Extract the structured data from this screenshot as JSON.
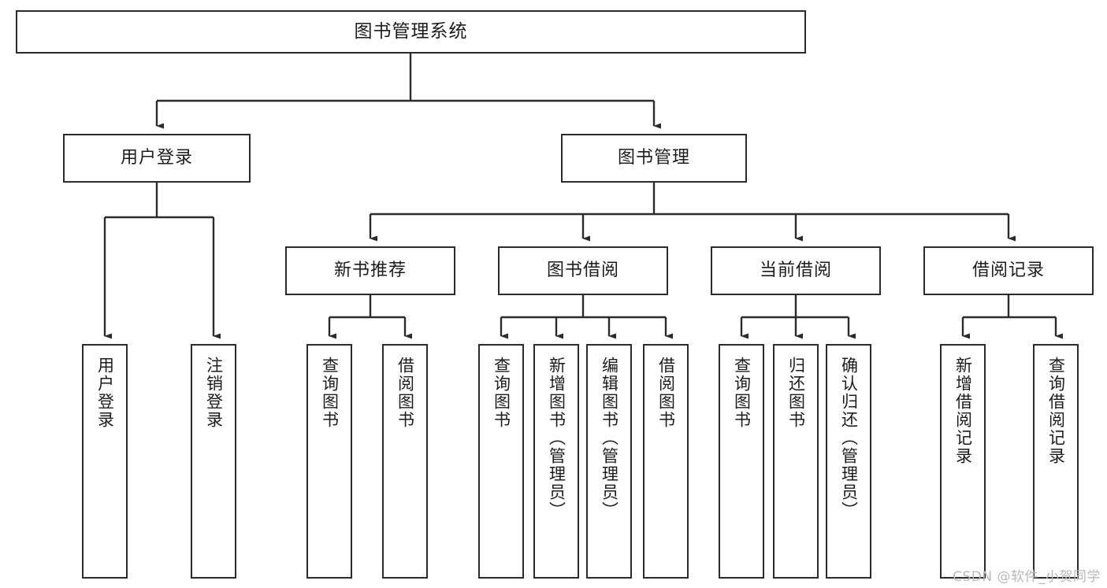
{
  "diagram": {
    "title": "图书管理系统",
    "type": "tree-hierarchy-chart",
    "orientation": "top-down",
    "colors": {
      "box_border": "#2b2b2b",
      "box_fill": "#ffffff",
      "edge": "#2b2b2b",
      "text": "#1c1c1c",
      "watermark": "#b8b8b8",
      "background": "#ffffff"
    }
  },
  "nodes": {
    "root": {
      "label": "图书管理系统"
    },
    "level2": [
      {
        "id": "user-login",
        "label": "用户登录"
      },
      {
        "id": "book-manage",
        "label": "图书管理"
      }
    ],
    "level3": [
      {
        "id": "new-book-rec",
        "label": "新书推荐"
      },
      {
        "id": "book-borrow",
        "label": "图书借阅"
      },
      {
        "id": "current-borrow",
        "label": "当前借阅"
      },
      {
        "id": "borrow-record",
        "label": "借阅记录"
      }
    ],
    "leaves": [
      {
        "id": "leaf-user-login",
        "label": "用户登录",
        "parent": "user-login"
      },
      {
        "id": "leaf-logout",
        "label": "注销登录",
        "parent": "user-login"
      },
      {
        "id": "leaf-query-book-1",
        "label": "查询图书",
        "parent": "new-book-rec"
      },
      {
        "id": "leaf-borrow-book-1",
        "label": "借阅图书",
        "parent": "new-book-rec"
      },
      {
        "id": "leaf-query-book-2",
        "label": "查询图书",
        "parent": "book-borrow"
      },
      {
        "id": "leaf-add-book",
        "label": "新增图书（管理员）",
        "parent": "book-borrow"
      },
      {
        "id": "leaf-edit-book",
        "label": "编辑图书（管理员）",
        "parent": "book-borrow"
      },
      {
        "id": "leaf-borrow-book-2",
        "label": "借阅图书",
        "parent": "book-borrow"
      },
      {
        "id": "leaf-query-book-3",
        "label": "查询图书",
        "parent": "current-borrow"
      },
      {
        "id": "leaf-return-book",
        "label": "归还图书",
        "parent": "current-borrow"
      },
      {
        "id": "leaf-confirm-return",
        "label": "确认归还（管理员）",
        "parent": "current-borrow"
      },
      {
        "id": "leaf-add-record",
        "label": "新增借阅记录",
        "parent": "borrow-record"
      },
      {
        "id": "leaf-query-record",
        "label": "查询借阅记录",
        "parent": "borrow-record"
      }
    ]
  },
  "watermark": {
    "text": "CSDN @软件_小贺同学"
  }
}
